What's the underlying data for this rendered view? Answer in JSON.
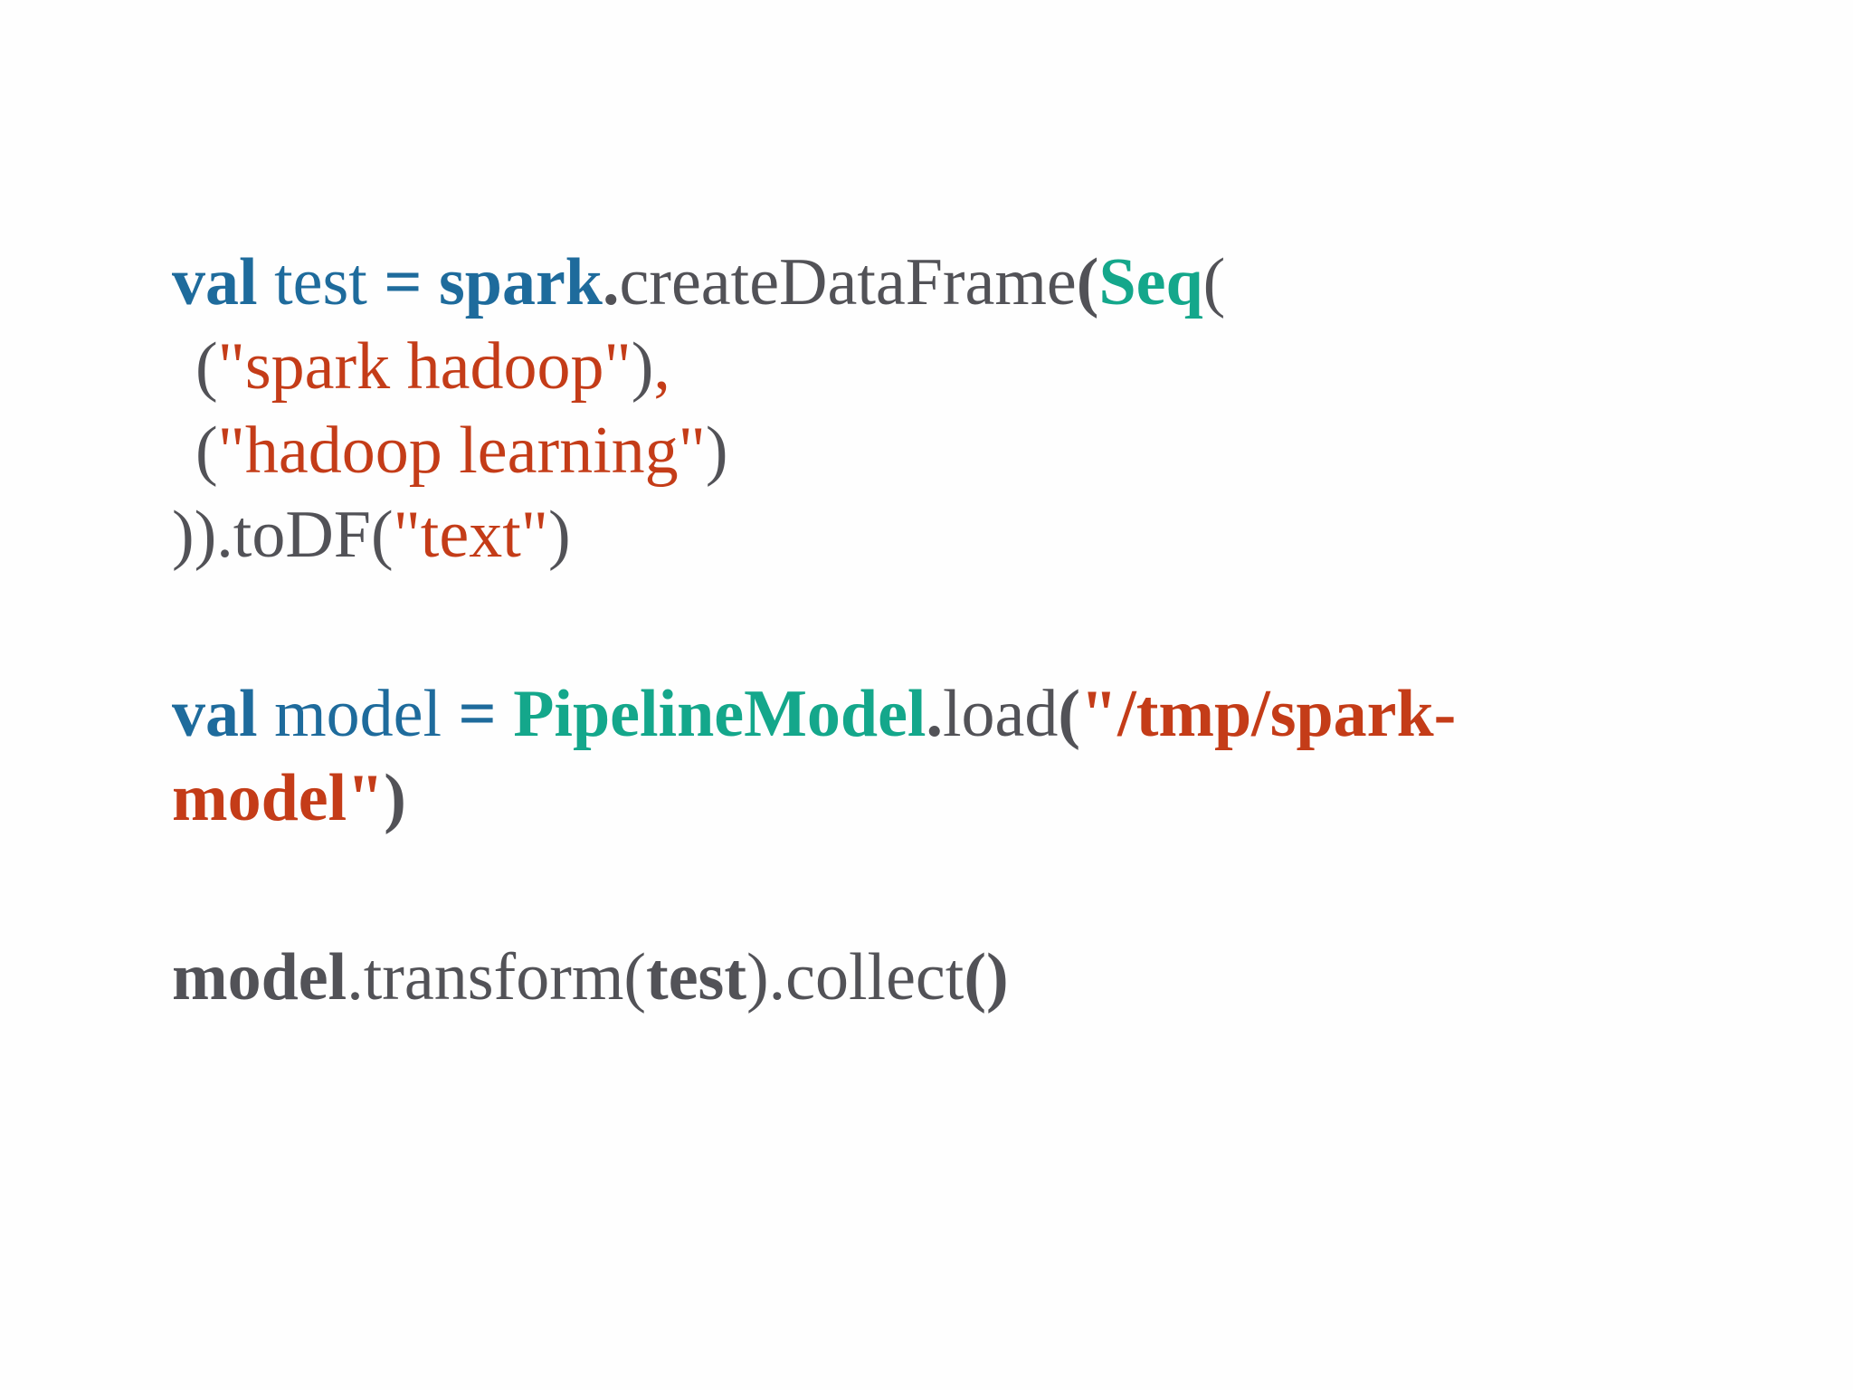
{
  "page": {
    "background": "#FEFEFE"
  },
  "palette": {
    "keyword_blue": "#1E6B9C",
    "type_teal": "#14A78B",
    "string_red": "#C43C18",
    "code_gray": "#525257"
  },
  "code": {
    "language": "scala",
    "blocks": [
      {
        "lines": [
          {
            "indent": false,
            "segments": [
              {
                "text": "val",
                "style": "kw"
              },
              {
                "text": " test ",
                "style": "var"
              },
              {
                "text": "= ",
                "style": "kw"
              },
              {
                "text": "spark",
                "style": "kw"
              },
              {
                "text": ".",
                "style": "plainb"
              },
              {
                "text": "createDataFrame",
                "style": "plain"
              },
              {
                "text": "(",
                "style": "plainb"
              },
              {
                "text": "Seq",
                "style": "type"
              },
              {
                "text": "(",
                "style": "plain"
              }
            ]
          },
          {
            "indent": true,
            "segments": [
              {
                "text": "(",
                "style": "plain"
              },
              {
                "text": "\"spark hadoop\"",
                "style": "str"
              },
              {
                "text": ")",
                "style": "plain"
              },
              {
                "text": ",",
                "style": "str"
              }
            ]
          },
          {
            "indent": true,
            "segments": [
              {
                "text": "(",
                "style": "plain"
              },
              {
                "text": "\"hadoop learning\"",
                "style": "str"
              },
              {
                "text": ")",
                "style": "plain"
              }
            ]
          },
          {
            "indent": false,
            "segments": [
              {
                "text": ")).toDF(",
                "style": "plain"
              },
              {
                "text": "\"text\"",
                "style": "str"
              },
              {
                "text": ")",
                "style": "plain"
              }
            ]
          }
        ]
      },
      {
        "lines": [
          {
            "indent": false,
            "segments": [
              {
                "text": "val",
                "style": "kw"
              },
              {
                "text": " model ",
                "style": "var"
              },
              {
                "text": "= ",
                "style": "kw"
              },
              {
                "text": "PipelineModel",
                "style": "type"
              },
              {
                "text": ".",
                "style": "plainb"
              },
              {
                "text": "load",
                "style": "plain"
              },
              {
                "text": "(",
                "style": "plainb"
              },
              {
                "text": "\"/tmp/spark-",
                "style": "strb"
              }
            ]
          },
          {
            "indent": false,
            "segments": [
              {
                "text": "model\"",
                "style": "strb"
              },
              {
                "text": ")",
                "style": "plainb"
              }
            ]
          }
        ]
      },
      {
        "lines": [
          {
            "indent": false,
            "segments": [
              {
                "text": "model",
                "style": "plainb"
              },
              {
                "text": ".transform(",
                "style": "plain"
              },
              {
                "text": "test",
                "style": "plainb"
              },
              {
                "text": ").collect",
                "style": "plain"
              },
              {
                "text": "()",
                "style": "plainb"
              }
            ]
          }
        ]
      }
    ]
  }
}
